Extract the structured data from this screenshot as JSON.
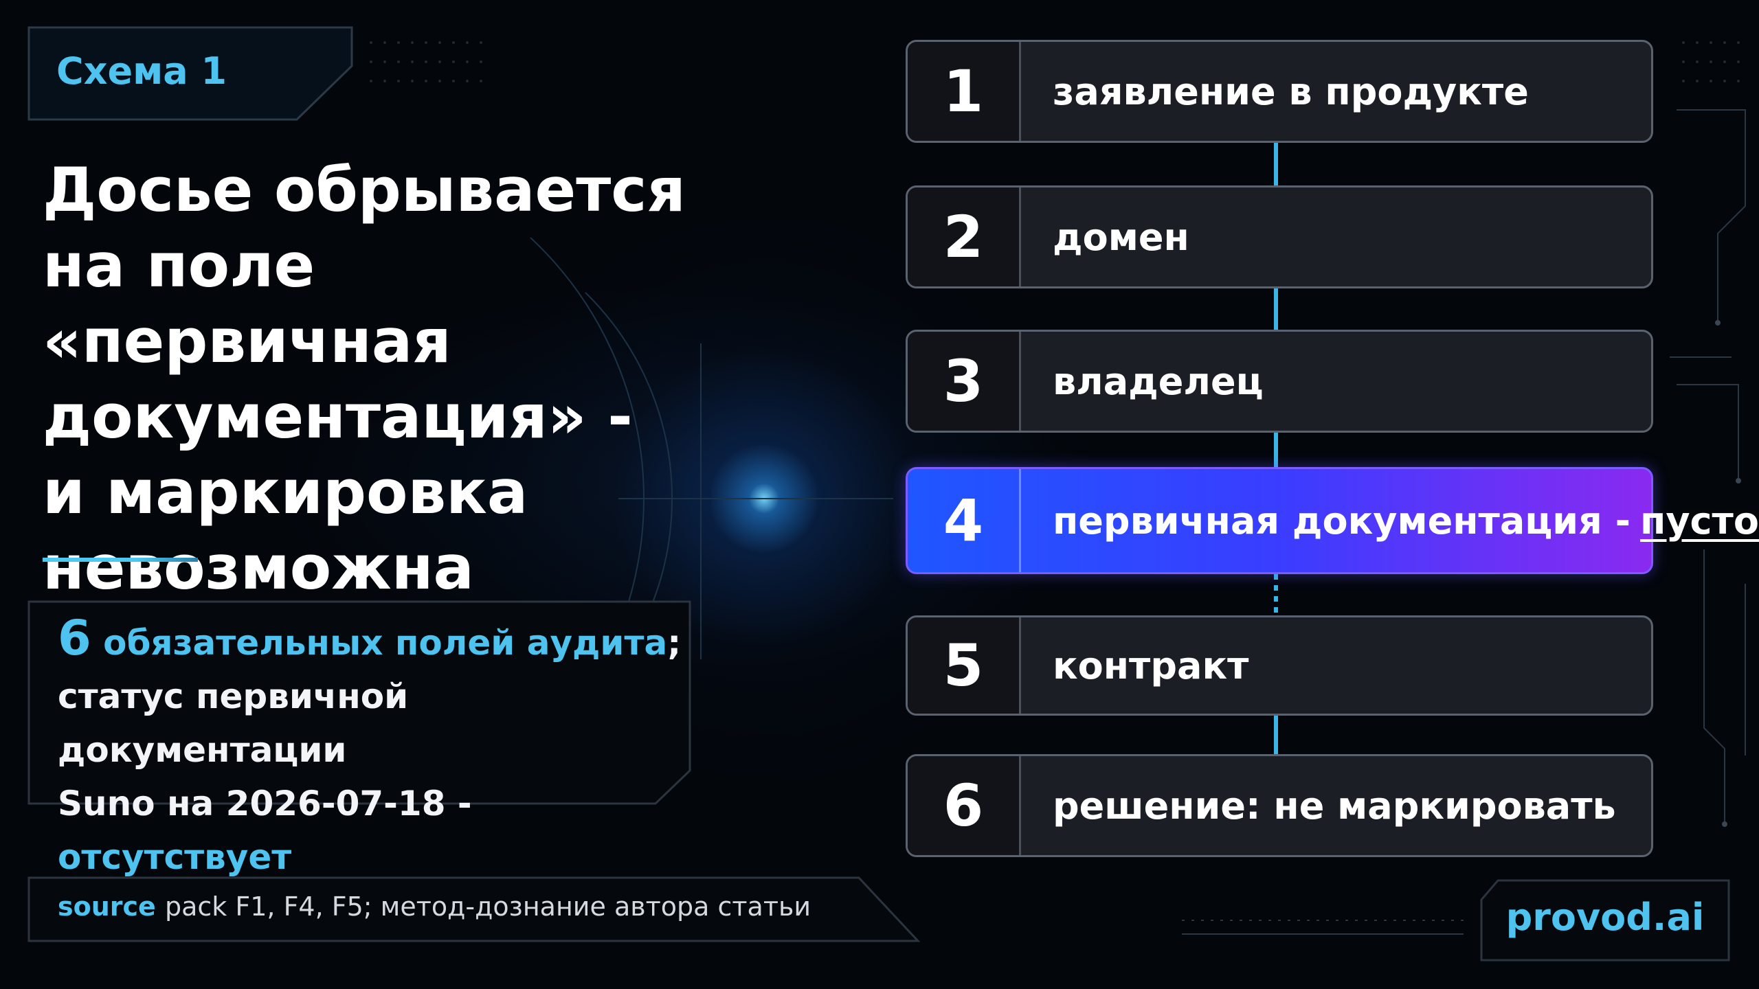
{
  "header": {
    "tag_label": "Схема 1"
  },
  "title": {
    "lines": [
      "Досье обрывается",
      "на поле «первичная",
      "документация» -",
      "и маркировка",
      "невозможна"
    ]
  },
  "info": {
    "count": "6",
    "count_label": "обязательных полей аудита",
    "semicolon": ";",
    "line2": "статус первичной документации",
    "line3_prefix": "Suno на 2026-07-18 -",
    "status_value": "отсутствует"
  },
  "source": {
    "label": "source",
    "text": "pack F1, F4, F5; метод-дознание автора статьи"
  },
  "brand": {
    "text": "provod.ai"
  },
  "steps": [
    {
      "number": "1",
      "label": "заявление в продукте"
    },
    {
      "number": "2",
      "label": "домен"
    },
    {
      "number": "3",
      "label": "владелец"
    },
    {
      "number": "4",
      "label": "первичная документация -",
      "emphasis": "пусто",
      "active": true
    },
    {
      "number": "5",
      "label": "контракт"
    },
    {
      "number": "6",
      "label": "решение: не маркировать"
    }
  ],
  "colors": {
    "accent": "#4fc3ef",
    "active_gradient_start": "#1f56ff",
    "active_gradient_end": "#8a2af0",
    "background": "#03060b"
  }
}
